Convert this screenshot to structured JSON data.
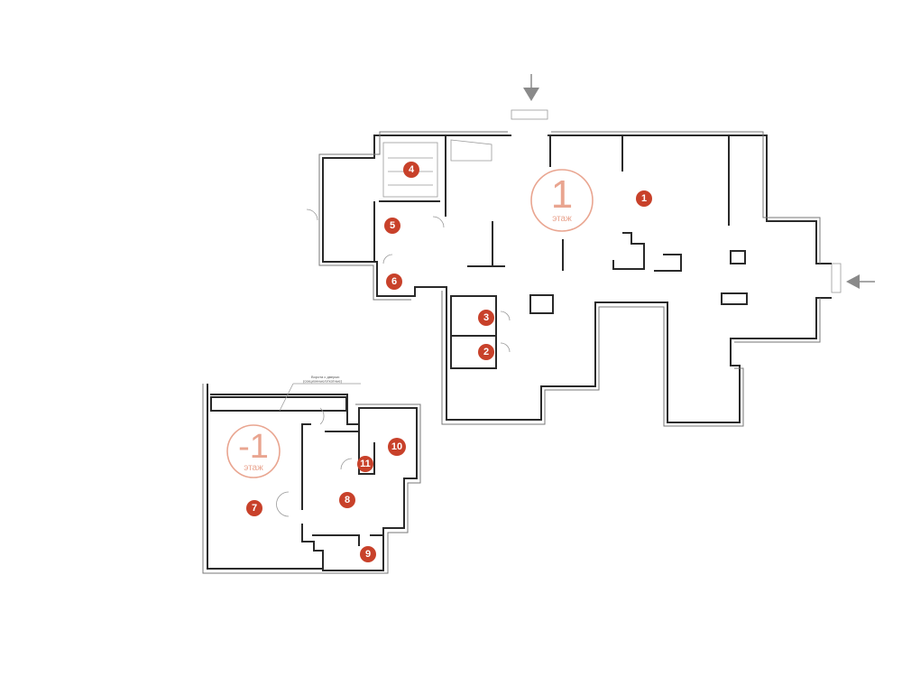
{
  "floors": [
    {
      "number": "1",
      "label": "этаж"
    },
    {
      "number": "-1",
      "label": "этаж"
    }
  ],
  "room_markers": [
    "1",
    "2",
    "3",
    "4",
    "5",
    "6",
    "7",
    "8",
    "9",
    "10",
    "11"
  ],
  "gate_note": {
    "line1": "Ворота с дверью",
    "line2": "(секционные/откатные)"
  },
  "colors": {
    "marker": "#c8412a",
    "floor_label": "#e9a590",
    "arrow": "#8a8a8a",
    "wall": "#2a2a2a"
  }
}
